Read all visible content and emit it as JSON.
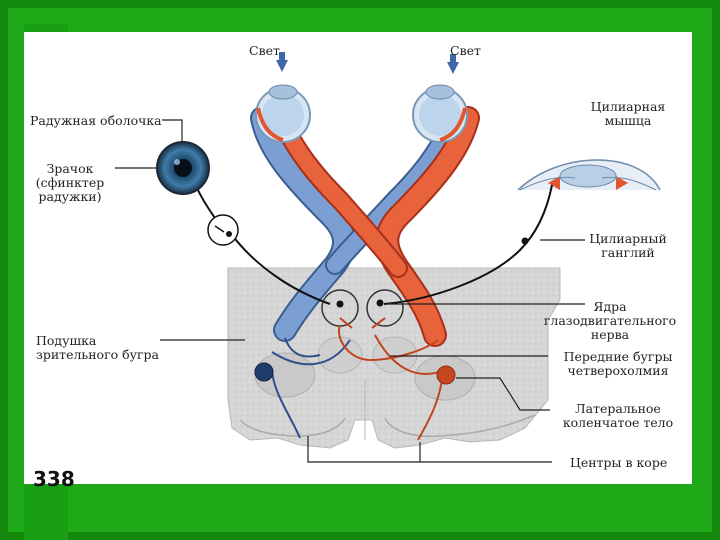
{
  "labels": {
    "light_left": "Свет",
    "light_right": "Свет",
    "iris": "Радужная оболочка",
    "pupil": [
      "Зрачок",
      "(сфинктер",
      "радужки)"
    ],
    "ciliary_muscle": [
      "Цилиарная",
      "мышца"
    ],
    "ciliary_ganglion": [
      "Цилиарный",
      "ганглий"
    ],
    "oculomotor_nuclei": [
      "Ядра",
      "глазодвигательного",
      "нерва"
    ],
    "pulvinar": [
      "Подушка",
      "зрительного бугра"
    ],
    "superior_colliculi": [
      "Передние бугры",
      "четверохолмия"
    ],
    "lateral_geniculate": [
      "Латеральное",
      "коленчатое тело"
    ],
    "cortex_centers": "Центры в коре"
  },
  "page_number": "338",
  "colors": {
    "blue_path": "#6a8fc4",
    "red_path": "#e0542e",
    "brain_tissue": "#d4d4d4",
    "frame_green": "#1a9a12"
  }
}
